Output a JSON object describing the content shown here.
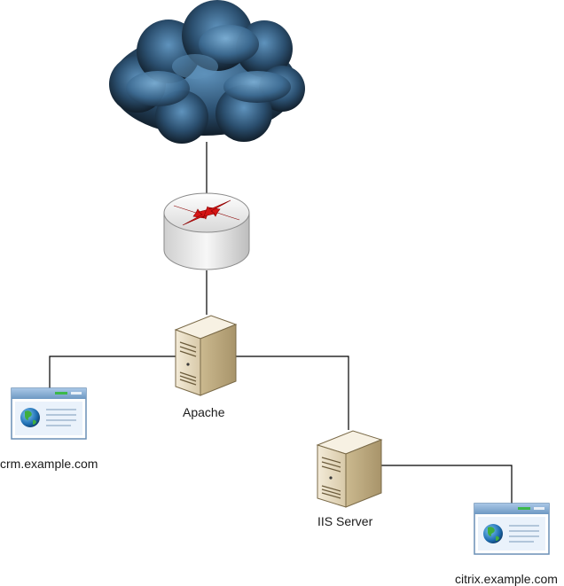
{
  "labels": {
    "apache": "Apache",
    "iis": "IIS Server",
    "crm_site": "crm.example.com",
    "citrix_site": "citrix.example.com"
  },
  "nodes": [
    {
      "id": "internet",
      "icon": "cloud-icon"
    },
    {
      "id": "router",
      "icon": "router-icon"
    },
    {
      "id": "apache",
      "icon": "server-icon"
    },
    {
      "id": "iis",
      "icon": "server-icon"
    },
    {
      "id": "crm_site",
      "icon": "web-page-icon"
    },
    {
      "id": "citrix_site",
      "icon": "web-page-icon"
    }
  ],
  "links": [
    {
      "from": "internet",
      "to": "router"
    },
    {
      "from": "router",
      "to": "apache"
    },
    {
      "from": "apache",
      "to": "crm_site"
    },
    {
      "from": "apache",
      "to": "iis"
    },
    {
      "from": "iis",
      "to": "citrix_site"
    }
  ],
  "colors": {
    "line": "#000000",
    "cloud_dark": "#0f1a24",
    "cloud_mid": "#2f5f85",
    "cloud_light": "#6aa0c8",
    "router_arrow": "#d51515",
    "server_body": "#e8dcc2",
    "web_window": "#8fb3d6"
  }
}
